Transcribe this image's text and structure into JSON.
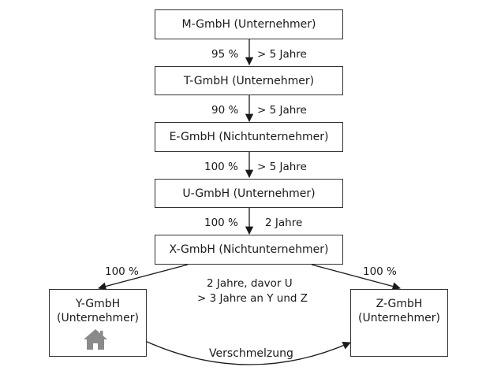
{
  "entities": {
    "m": "M-GmbH (Unternehmer)",
    "t": "T-GmbH (Unternehmer)",
    "e": "E-GmbH (Nichtunternehmer)",
    "u": "U-GmbH (Unternehmer)",
    "x": "X-GmbH (Nichtunternehmer)",
    "y_line1": "Y-GmbH",
    "y_line2": "(Unternehmer)",
    "z_line1": "Z-GmbH",
    "z_line2": "(Unternehmer)"
  },
  "edges": {
    "m_t_pct": "95 %",
    "m_t_dur": "> 5 Jahre",
    "t_e_pct": "90 %",
    "t_e_dur": "> 5 Jahre",
    "e_u_pct": "100 %",
    "e_u_dur": "> 5 Jahre",
    "u_x_pct": "100 %",
    "u_x_dur": "2 Jahre",
    "x_y_pct": "100 %",
    "x_z_pct": "100 %"
  },
  "notes": {
    "holding_line1": "2 Jahre, davor U",
    "holding_line2": "> 3 Jahre an Y und Z",
    "merger": "Verschmelzung"
  },
  "icons": {
    "y_building": "house-icon"
  }
}
